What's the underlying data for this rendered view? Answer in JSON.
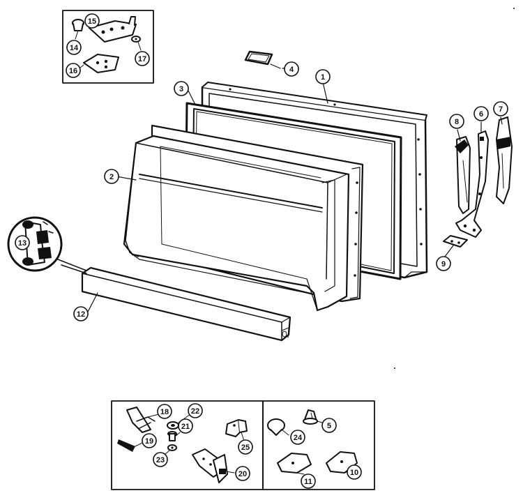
{
  "callouts": {
    "c1": "1",
    "c2": "2",
    "c3": "3",
    "c4": "4",
    "c5": "5",
    "c6": "6",
    "c7": "7",
    "c8": "8",
    "c9": "9",
    "c10": "10",
    "c11": "11",
    "c12": "12",
    "c13": "13",
    "c14": "14",
    "c15": "15",
    "c16": "16",
    "c17": "17",
    "c18": "18",
    "c19": "19",
    "c20": "20",
    "c21": "21",
    "c22": "22",
    "c23": "23",
    "c24": "24",
    "c25": "25"
  },
  "colors": {
    "ink": "#111111",
    "paper": "#ffffff",
    "shade": "#cfcfcf"
  }
}
